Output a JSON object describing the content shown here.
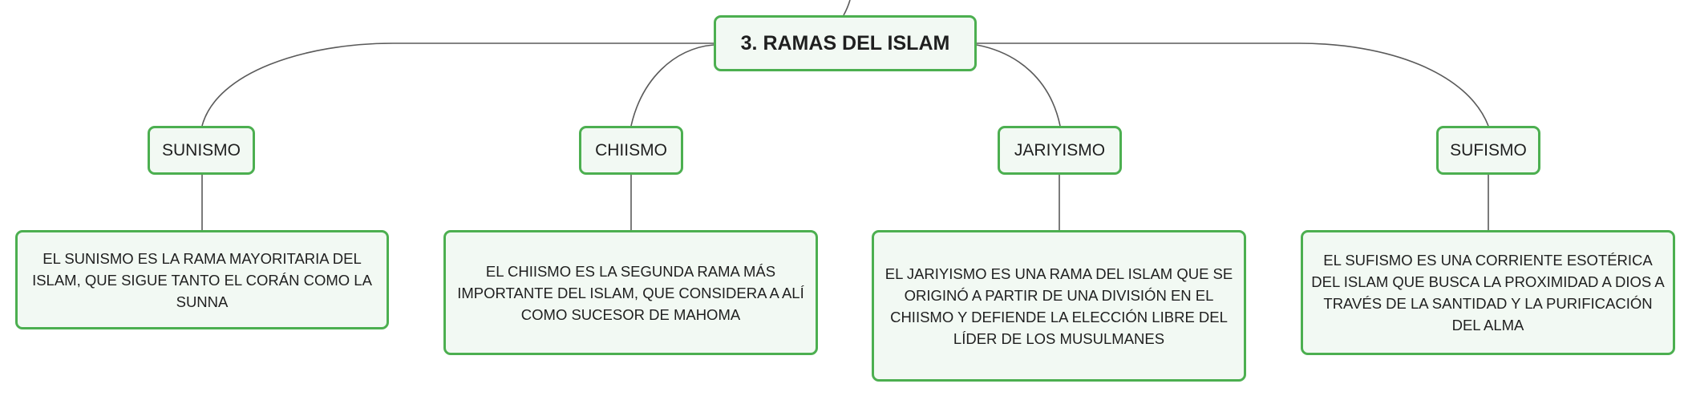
{
  "root": {
    "label": "3. RAMAS DEL ISLAM"
  },
  "branches": [
    {
      "label": "SUNISMO",
      "description": "EL SUNISMO ES LA RAMA MAYORITARIA DEL ISLAM, QUE SIGUE TANTO EL CORÁN COMO LA SUNNA"
    },
    {
      "label": "CHIISMO",
      "description": "EL CHIISMO ES LA SEGUNDA RAMA MÁS IMPORTANTE DEL ISLAM, QUE CONSIDERA A ALÍ COMO SUCESOR DE MAHOMA"
    },
    {
      "label": "JARIYISMO",
      "description": "EL JARIYISMO ES UNA RAMA DEL ISLAM QUE SE ORIGINÓ A PARTIR DE UNA DIVISIÓN EN EL CHIISMO Y DEFIENDE LA ELECCIÓN LIBRE DEL LÍDER DE LOS MUSULMANES"
    },
    {
      "label": "SUFISMO",
      "description": "EL SUFISMO ES UNA CORRIENTE ESOTÉRICA DEL ISLAM QUE BUSCA LA PROXIMIDAD A DIOS A TRAVÉS DE LA SANTIDAD Y LA PURIFICACIÓN DEL ALMA"
    }
  ],
  "colors": {
    "node_border": "#4caf50",
    "node_fill": "#f2f9f3",
    "connector": "#5a5a5a",
    "text": "#1f1f1f"
  }
}
